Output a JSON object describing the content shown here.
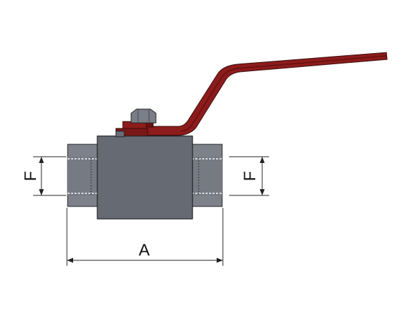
{
  "drawing": {
    "dimension_labels": {
      "overall_length": "A",
      "thread_left": "F",
      "thread_right": "F"
    }
  },
  "colors": {
    "body": "#666a73",
    "body_dark": "#565a62",
    "end_fitting": "#7d818a",
    "handle": "#8c1c1c",
    "handle_dark": "#6e1212",
    "nut": "#7a7e86",
    "line": "#222222",
    "background": "#ffffff"
  }
}
